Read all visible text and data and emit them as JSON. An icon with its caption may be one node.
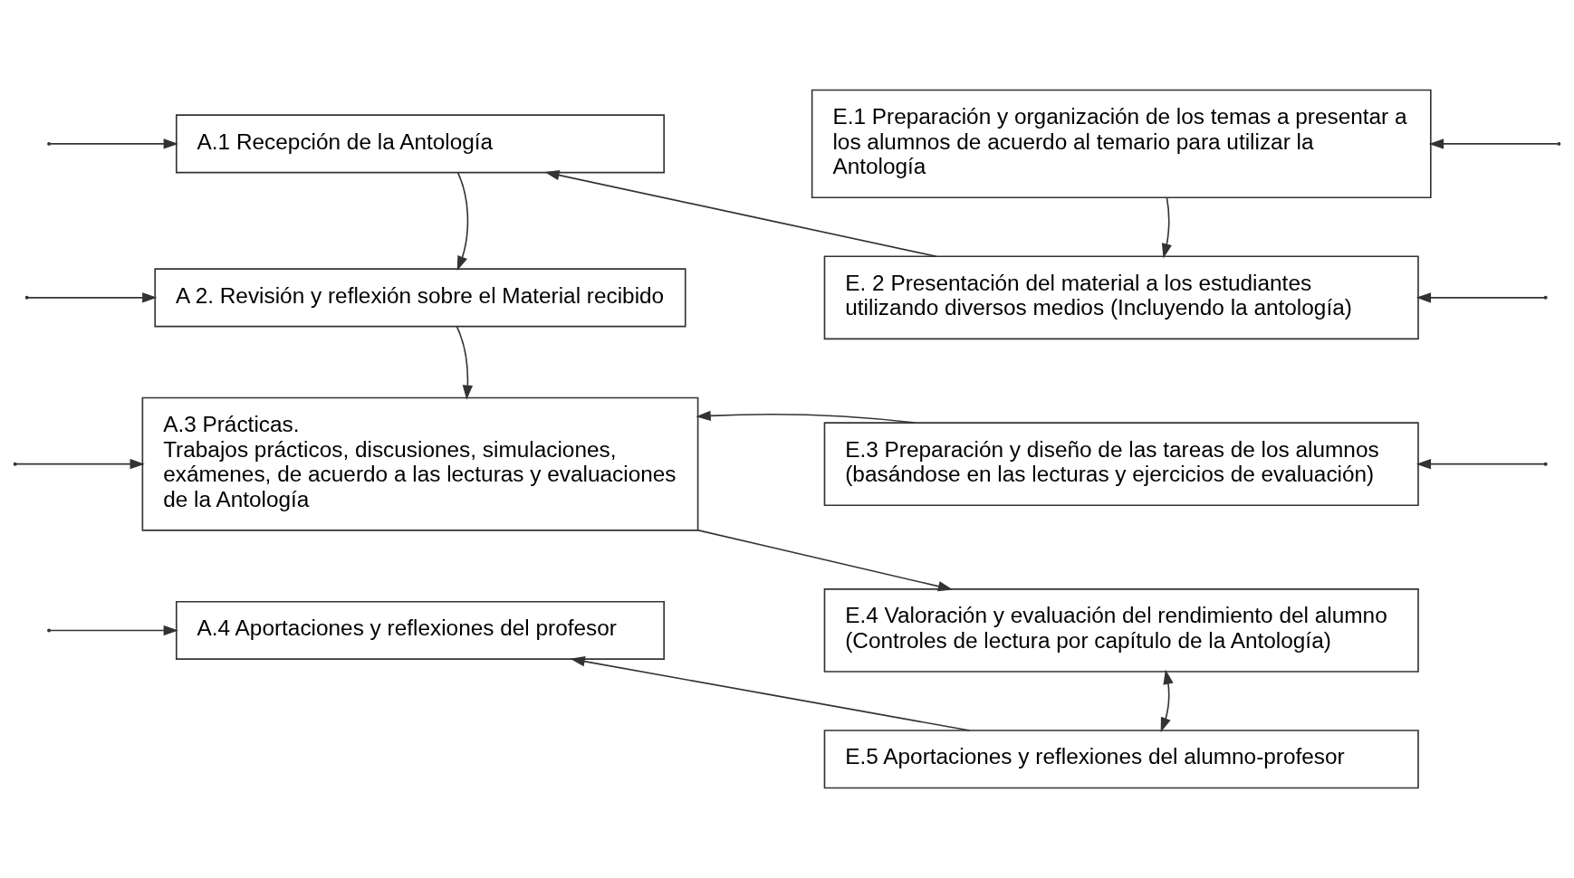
{
  "diagram": {
    "nodes": [
      {
        "text": [
          "A.1 Recepción de la Antología"
        ]
      },
      {
        "text": [
          "A 2. Revisión y reflexión sobre el Material recibido"
        ]
      },
      {
        "text": [
          "A.3 Prácticas.",
          "Trabajos prácticos, discusiones, simulaciones, exámenes, de acuerdo a las lecturas y evaluaciones de la Antología"
        ]
      },
      {
        "text": [
          "A.4 Aportaciones y reflexiones del profesor"
        ]
      },
      {
        "text": [
          "E.1 Preparación y organización de los temas a presentar a los alumnos de acuerdo al temario para utilizar la Antología"
        ]
      },
      {
        "text": [
          "E. 2 Presentación del material a los estudiantes utilizando diversos medios (Incluyendo la antología)"
        ]
      },
      {
        "text": [
          "E.3 Preparación y diseño de las tareas de los alumnos (basándose en las lecturas y ejercicios de evaluación)"
        ]
      },
      {
        "text": [
          "E.4 Valoración y evaluación del rendimiento del alumno (Controles de lectura por capítulo de la Antología)"
        ]
      },
      {
        "text": [
          "E.5 Aportaciones y reflexiones del alumno-profesor"
        ]
      }
    ],
    "edges": [
      {
        "from": 0,
        "to": 1,
        "arrow": "to"
      },
      {
        "from": 1,
        "to": 2,
        "arrow": "to"
      },
      {
        "from": 4,
        "to": 5,
        "arrow": "to"
      },
      {
        "from": 5,
        "to": 0,
        "arrow": "to"
      },
      {
        "from": 6,
        "to": 2,
        "arrow": "to"
      },
      {
        "from": 2,
        "to": 7,
        "arrow": "to"
      },
      {
        "from": 8,
        "to": 3,
        "arrow": "to"
      },
      {
        "from": null,
        "to": 0,
        "arrow": "to"
      },
      {
        "from": null,
        "to": 1,
        "arrow": "to"
      },
      {
        "from": null,
        "to": 2,
        "arrow": "to"
      },
      {
        "from": null,
        "to": 3,
        "arrow": "to"
      },
      {
        "from": null,
        "to": 4,
        "arrow": "to"
      },
      {
        "from": null,
        "to": 5,
        "arrow": "to"
      },
      {
        "from": null,
        "to": 6,
        "arrow": "to"
      },
      {
        "from": 7,
        "to": 8,
        "arrow": "both"
      }
    ]
  }
}
